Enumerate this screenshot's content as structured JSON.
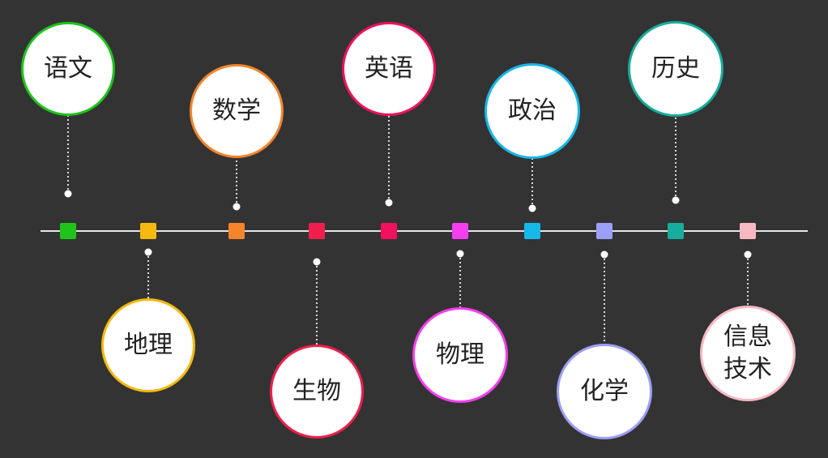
{
  "axis": {
    "color": "#e6e6e6",
    "connector_color": "#d9d9d9"
  },
  "subjects": [
    {
      "label": "语文",
      "color": "#1ec41a",
      "side": "top"
    },
    {
      "label": "地理",
      "color": "#f5b90f",
      "side": "bottom"
    },
    {
      "label": "数学",
      "color": "#f5842a",
      "side": "top"
    },
    {
      "label": "生物",
      "color": "#ef1f4c",
      "side": "bottom"
    },
    {
      "label": "英语",
      "color": "#f0115f",
      "side": "top"
    },
    {
      "label": "物理",
      "color": "#f43ef0",
      "side": "bottom"
    },
    {
      "label": "政治",
      "color": "#16b8ea",
      "side": "top"
    },
    {
      "label": "化学",
      "color": "#9c9ff7",
      "side": "bottom"
    },
    {
      "label": "历史",
      "color": "#16ad9d",
      "side": "top"
    },
    {
      "label": "信息\n技术",
      "color": "#f7b8c2",
      "side": "bottom"
    }
  ]
}
